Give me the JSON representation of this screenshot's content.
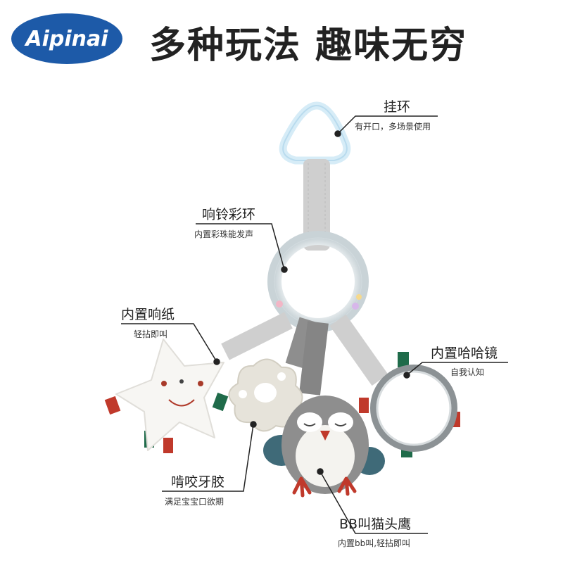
{
  "brand": {
    "logo_text": "Aipinai",
    "color": "#1d5aa8"
  },
  "headline": "多种玩法 趣味无穷",
  "labels": {
    "hanging_ring": {
      "title": "挂环",
      "sub": "有开口，多场景使用"
    },
    "rattle_ring": {
      "title": "响铃彩环",
      "sub": "内置彩珠能发声"
    },
    "crinkle": {
      "title": "内置响纸",
      "sub": "轻拈即叫"
    },
    "mirror": {
      "title": "内置哈哈镜",
      "sub": "自我认知"
    },
    "teether": {
      "title": "啃咬牙胶",
      "sub": "满足宝宝口欲期"
    },
    "owl": {
      "title": "BB叫猫头鹰",
      "sub": "内置bb叫,轻拈即叫"
    }
  },
  "colors": {
    "line": "#222222",
    "felt_gray": "#cfcfcf",
    "owl_gray": "#8e8e8e",
    "teal": "#3f6a78"
  }
}
